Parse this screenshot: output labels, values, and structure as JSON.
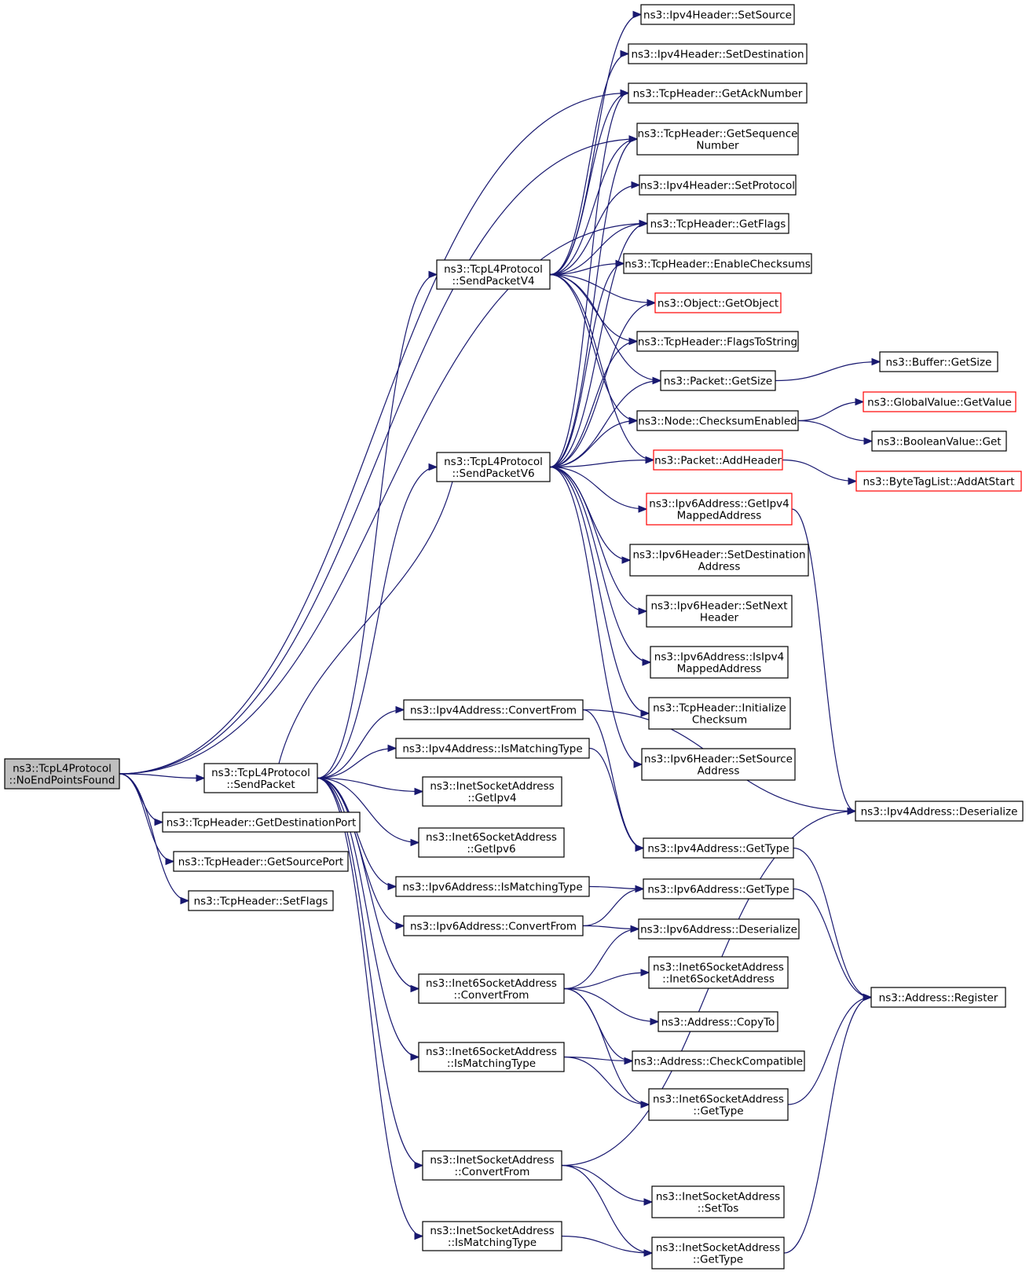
{
  "graph": {
    "nodes": [
      {
        "id": "root",
        "lines": [
          "ns3::TcpL4Protocol",
          "::NoEndPointsFound"
        ],
        "style": "root"
      },
      {
        "id": "sendPacket",
        "lines": [
          "ns3::TcpL4Protocol",
          "::SendPacket"
        ],
        "style": "normal"
      },
      {
        "id": "getDestPort",
        "lines": [
          "ns3::TcpHeader::GetDestinationPort"
        ],
        "style": "normal"
      },
      {
        "id": "getSrcPort",
        "lines": [
          "ns3::TcpHeader::GetSourcePort"
        ],
        "style": "normal"
      },
      {
        "id": "setFlags",
        "lines": [
          "ns3::TcpHeader::SetFlags"
        ],
        "style": "normal"
      },
      {
        "id": "sendV4",
        "lines": [
          "ns3::TcpL4Protocol",
          "::SendPacketV4"
        ],
        "style": "normal"
      },
      {
        "id": "sendV6",
        "lines": [
          "ns3::TcpL4Protocol",
          "::SendPacketV6"
        ],
        "style": "normal"
      },
      {
        "id": "v4ConvertFrom",
        "lines": [
          "ns3::Ipv4Address::ConvertFrom"
        ],
        "style": "normal"
      },
      {
        "id": "v4IsMatching",
        "lines": [
          "ns3::Ipv4Address::IsMatchingType"
        ],
        "style": "normal"
      },
      {
        "id": "inetGetIpv4",
        "lines": [
          "ns3::InetSocketAddress",
          "::GetIpv4"
        ],
        "style": "normal"
      },
      {
        "id": "inet6GetIpv6",
        "lines": [
          "ns3::Inet6SocketAddress",
          "::GetIpv6"
        ],
        "style": "normal"
      },
      {
        "id": "v6IsMatching",
        "lines": [
          "ns3::Ipv6Address::IsMatchingType"
        ],
        "style": "normal"
      },
      {
        "id": "v6ConvertFrom",
        "lines": [
          "ns3::Ipv6Address::ConvertFrom"
        ],
        "style": "normal"
      },
      {
        "id": "inet6ConvertFrom",
        "lines": [
          "ns3::Inet6SocketAddress",
          "::ConvertFrom"
        ],
        "style": "normal"
      },
      {
        "id": "inet6IsMatching",
        "lines": [
          "ns3::Inet6SocketAddress",
          "::IsMatchingType"
        ],
        "style": "normal"
      },
      {
        "id": "inetConvertFrom",
        "lines": [
          "ns3::InetSocketAddress",
          "::ConvertFrom"
        ],
        "style": "normal"
      },
      {
        "id": "inetIsMatching",
        "lines": [
          "ns3::InetSocketAddress",
          "::IsMatchingType"
        ],
        "style": "normal"
      },
      {
        "id": "v4hSetSource",
        "lines": [
          "ns3::Ipv4Header::SetSource"
        ],
        "style": "normal"
      },
      {
        "id": "v4hSetDest",
        "lines": [
          "ns3::Ipv4Header::SetDestination"
        ],
        "style": "normal"
      },
      {
        "id": "tcpGetAck",
        "lines": [
          "ns3::TcpHeader::GetAckNumber"
        ],
        "style": "normal"
      },
      {
        "id": "tcpGetSeq",
        "lines": [
          "ns3::TcpHeader::GetSequence",
          "Number"
        ],
        "style": "normal"
      },
      {
        "id": "v4hSetProto",
        "lines": [
          "ns3::Ipv4Header::SetProtocol"
        ],
        "style": "normal"
      },
      {
        "id": "tcpGetFlags",
        "lines": [
          "ns3::TcpHeader::GetFlags"
        ],
        "style": "normal"
      },
      {
        "id": "tcpEnableCk",
        "lines": [
          "ns3::TcpHeader::EnableChecksums"
        ],
        "style": "normal"
      },
      {
        "id": "objGetObject",
        "lines": [
          "ns3::Object::GetObject"
        ],
        "style": "red"
      },
      {
        "id": "tcpFlagsToStr",
        "lines": [
          "ns3::TcpHeader::FlagsToString"
        ],
        "style": "normal"
      },
      {
        "id": "pktGetSize",
        "lines": [
          "ns3::Packet::GetSize"
        ],
        "style": "normal"
      },
      {
        "id": "nodeCkEnabled",
        "lines": [
          "ns3::Node::ChecksumEnabled"
        ],
        "style": "normal"
      },
      {
        "id": "pktAddHeader",
        "lines": [
          "ns3::Packet::AddHeader"
        ],
        "style": "red"
      },
      {
        "id": "v6GetIpv4Mapped",
        "lines": [
          "ns3::Ipv6Address::GetIpv4",
          "MappedAddress"
        ],
        "style": "red"
      },
      {
        "id": "v6hSetDestAddr",
        "lines": [
          "ns3::Ipv6Header::SetDestination",
          "Address"
        ],
        "style": "normal"
      },
      {
        "id": "v6hSetNext",
        "lines": [
          "ns3::Ipv6Header::SetNext",
          "Header"
        ],
        "style": "normal"
      },
      {
        "id": "v6IsIpv4Mapped",
        "lines": [
          "ns3::Ipv6Address::IsIpv4",
          "MappedAddress"
        ],
        "style": "normal"
      },
      {
        "id": "tcpInitCk",
        "lines": [
          "ns3::TcpHeader::Initialize",
          "Checksum"
        ],
        "style": "normal"
      },
      {
        "id": "v6hSetSrcAddr",
        "lines": [
          "ns3::Ipv6Header::SetSource",
          "Address"
        ],
        "style": "normal"
      },
      {
        "id": "v4GetType",
        "lines": [
          "ns3::Ipv4Address::GetType"
        ],
        "style": "normal"
      },
      {
        "id": "v6GetType",
        "lines": [
          "ns3::Ipv6Address::GetType"
        ],
        "style": "normal"
      },
      {
        "id": "v6Deserialize",
        "lines": [
          "ns3::Ipv6Address::Deserialize"
        ],
        "style": "normal"
      },
      {
        "id": "inet6Ctor",
        "lines": [
          "ns3::Inet6SocketAddress",
          "::Inet6SocketAddress"
        ],
        "style": "normal"
      },
      {
        "id": "addrCopyTo",
        "lines": [
          "ns3::Address::CopyTo"
        ],
        "style": "normal"
      },
      {
        "id": "addrCheckCompat",
        "lines": [
          "ns3::Address::CheckCompatible"
        ],
        "style": "normal"
      },
      {
        "id": "inet6GetType",
        "lines": [
          "ns3::Inet6SocketAddress",
          "::GetType"
        ],
        "style": "normal"
      },
      {
        "id": "inetSetTos",
        "lines": [
          "ns3::InetSocketAddress",
          "::SetTos"
        ],
        "style": "normal"
      },
      {
        "id": "inetGetType",
        "lines": [
          "ns3::InetSocketAddress",
          "::GetType"
        ],
        "style": "normal"
      },
      {
        "id": "bufGetSize",
        "lines": [
          "ns3::Buffer::GetSize"
        ],
        "style": "normal"
      },
      {
        "id": "gvGetValue",
        "lines": [
          "ns3::GlobalValue::GetValue"
        ],
        "style": "red"
      },
      {
        "id": "bvGet",
        "lines": [
          "ns3::BooleanValue::Get"
        ],
        "style": "normal"
      },
      {
        "id": "btlAddAtStart",
        "lines": [
          "ns3::ByteTagList::AddAtStart"
        ],
        "style": "red"
      },
      {
        "id": "v4Deserialize",
        "lines": [
          "ns3::Ipv4Address::Deserialize"
        ],
        "style": "normal"
      },
      {
        "id": "addrRegister",
        "lines": [
          "ns3::Address::Register"
        ],
        "style": "normal"
      }
    ],
    "edges": [
      [
        "root",
        "sendPacket"
      ],
      [
        "root",
        "getDestPort"
      ],
      [
        "root",
        "getSrcPort"
      ],
      [
        "root",
        "setFlags"
      ],
      [
        "root",
        "tcpGetAck"
      ],
      [
        "root",
        "tcpGetSeq"
      ],
      [
        "root",
        "tcpGetFlags"
      ],
      [
        "sendPacket",
        "sendV4"
      ],
      [
        "sendPacket",
        "sendV6"
      ],
      [
        "sendV6",
        "sendPacket"
      ],
      [
        "sendPacket",
        "v4ConvertFrom"
      ],
      [
        "sendPacket",
        "v4IsMatching"
      ],
      [
        "sendPacket",
        "inetGetIpv4"
      ],
      [
        "sendPacket",
        "inet6GetIpv6"
      ],
      [
        "sendPacket",
        "v6IsMatching"
      ],
      [
        "sendPacket",
        "v6ConvertFrom"
      ],
      [
        "sendPacket",
        "inet6ConvertFrom"
      ],
      [
        "sendPacket",
        "inet6IsMatching"
      ],
      [
        "sendPacket",
        "inetConvertFrom"
      ],
      [
        "sendPacket",
        "inetIsMatching"
      ],
      [
        "sendV4",
        "v4hSetSource"
      ],
      [
        "sendV4",
        "v4hSetDest"
      ],
      [
        "sendV4",
        "tcpGetAck"
      ],
      [
        "sendV4",
        "tcpGetSeq"
      ],
      [
        "sendV4",
        "v4hSetProto"
      ],
      [
        "sendV4",
        "tcpGetFlags"
      ],
      [
        "sendV4",
        "tcpEnableCk"
      ],
      [
        "sendV4",
        "objGetObject"
      ],
      [
        "sendV4",
        "tcpFlagsToStr"
      ],
      [
        "sendV4",
        "pktGetSize"
      ],
      [
        "sendV4",
        "nodeCkEnabled"
      ],
      [
        "sendV4",
        "pktAddHeader"
      ],
      [
        "sendV6",
        "tcpGetAck"
      ],
      [
        "sendV6",
        "tcpGetSeq"
      ],
      [
        "sendV6",
        "tcpGetFlags"
      ],
      [
        "sendV6",
        "tcpEnableCk"
      ],
      [
        "sendV6",
        "objGetObject"
      ],
      [
        "sendV6",
        "tcpFlagsToStr"
      ],
      [
        "sendV6",
        "pktGetSize"
      ],
      [
        "sendV6",
        "nodeCkEnabled"
      ],
      [
        "sendV6",
        "pktAddHeader"
      ],
      [
        "sendV6",
        "v6GetIpv4Mapped"
      ],
      [
        "sendV6",
        "v6hSetDestAddr"
      ],
      [
        "sendV6",
        "v6hSetNext"
      ],
      [
        "sendV6",
        "v6IsIpv4Mapped"
      ],
      [
        "sendV6",
        "tcpInitCk"
      ],
      [
        "sendV6",
        "v6hSetSrcAddr"
      ],
      [
        "pktGetSize",
        "bufGetSize"
      ],
      [
        "nodeCkEnabled",
        "gvGetValue"
      ],
      [
        "nodeCkEnabled",
        "bvGet"
      ],
      [
        "pktAddHeader",
        "btlAddAtStart"
      ],
      [
        "v6GetIpv4Mapped",
        "v4Deserialize"
      ],
      [
        "v4ConvertFrom",
        "v4Deserialize"
      ],
      [
        "v4ConvertFrom",
        "v4GetType"
      ],
      [
        "v4IsMatching",
        "v4GetType"
      ],
      [
        "v6IsMatching",
        "v6GetType"
      ],
      [
        "v6ConvertFrom",
        "v6GetType"
      ],
      [
        "v6ConvertFrom",
        "v6Deserialize"
      ],
      [
        "inet6ConvertFrom",
        "v6Deserialize"
      ],
      [
        "inet6ConvertFrom",
        "inet6Ctor"
      ],
      [
        "inet6ConvertFrom",
        "addrCopyTo"
      ],
      [
        "inet6ConvertFrom",
        "addrCheckCompat"
      ],
      [
        "inet6ConvertFrom",
        "inet6GetType"
      ],
      [
        "inet6IsMatching",
        "addrCheckCompat"
      ],
      [
        "inet6IsMatching",
        "inet6GetType"
      ],
      [
        "inetConvertFrom",
        "v4Deserialize"
      ],
      [
        "inetConvertFrom",
        "inetSetTos"
      ],
      [
        "inetConvertFrom",
        "inetGetType"
      ],
      [
        "inetIsMatching",
        "inetGetType"
      ],
      [
        "v4GetType",
        "addrRegister"
      ],
      [
        "v6GetType",
        "addrRegister"
      ],
      [
        "inet6GetType",
        "addrRegister"
      ],
      [
        "inetGetType",
        "addrRegister"
      ]
    ]
  },
  "colors": {
    "edge": "#191970",
    "node_border": "#000000",
    "node_border_incomplete": "#ff0000",
    "root_fill": "#bfbfbf",
    "node_fill": "#ffffff",
    "background": "#ffffff"
  }
}
